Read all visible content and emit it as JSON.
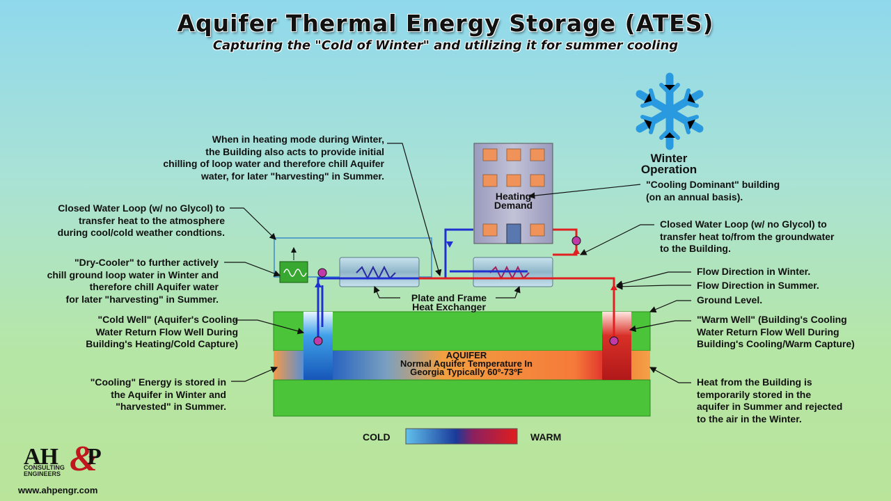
{
  "title": "Aquifer Thermal Energy Storage (ATES)",
  "subtitle": "Capturing the \"Cold of Winter\" and utilizing it for summer cooling",
  "season_label": [
    "Winter",
    "Operation"
  ],
  "building": {
    "label": [
      "Heating",
      "Demand"
    ]
  },
  "aquifer": {
    "title": "AQUIFER",
    "lines": [
      "Normal Aquifer Temperature In",
      "Georgia Typically 60º-73ºF"
    ]
  },
  "heat_exchanger_label": [
    "Plate and Frame",
    "Heat Exchanger"
  ],
  "legend": {
    "cold": "COLD",
    "warm": "WARM",
    "cold_color": "#5ab8ea",
    "mid_color": "#1a3a9a",
    "warm_color": "#e01e1e"
  },
  "colors": {
    "cold_pipe": "#1f2fd0",
    "warm_pipe": "#e02020",
    "ground": "#4cc43a",
    "window": "#f0935a",
    "building": "#a9a9c6"
  },
  "annotations": {
    "heating_mode": [
      "When in heating mode during Winter,",
      "the Building also acts to provide initial",
      "chilling of loop water and therefore chill Aquifer",
      "water, for later \"harvesting\" in Summer."
    ],
    "closed_loop_left": [
      "Closed Water Loop (w/ no Glycol) to",
      "transfer heat to the atmosphere",
      "during cool/cold weather condtions."
    ],
    "dry_cooler": [
      "\"Dry-Cooler\" to further actively",
      "chill ground loop water in Winter and",
      "therefore chill Aquifer water",
      "for later \"harvesting\" in Summer."
    ],
    "cold_well": [
      "\"Cold Well\" (Aquifer's Cooling",
      "Water Return Flow Well During",
      "Building's Heating/Cold Capture)"
    ],
    "cooling_energy": [
      "\"Cooling\" Energy is stored in",
      "the Aquifer in Winter and",
      "\"harvested\" in Summer."
    ],
    "cooling_dominant": [
      "\"Cooling Dominant\" building",
      "(on an annual basis)."
    ],
    "closed_loop_right": [
      "Closed Water Loop (w/ no Glycol) to",
      "transfer heat to/from the groundwater",
      "to the Building."
    ],
    "flow_winter": "Flow Direction in Winter.",
    "flow_summer": "Flow Direction in Summer.",
    "ground_level": "Ground Level.",
    "warm_well": [
      "\"Warm Well\" (Building's Cooling",
      "Water Return Flow Well During",
      "Building's Cooling/Warm Capture)"
    ],
    "heat_building": [
      "Heat from the Building is",
      "temporarily stored in the",
      "aquifer in Summer and rejected",
      "to the air in the Winter."
    ]
  },
  "logo": {
    "letters": "AH",
    "amp": "&",
    "p": "P",
    "sub": [
      "CONSULTING",
      "ENGINEERS"
    ],
    "url": "www.ahpengr.com"
  },
  "icons": [
    "snowflake-icon",
    "pump-icon",
    "arrow-up-icon",
    "arrow-down-icon",
    "heat-exchanger-icon",
    "dry-cooler-icon",
    "building-icon"
  ]
}
